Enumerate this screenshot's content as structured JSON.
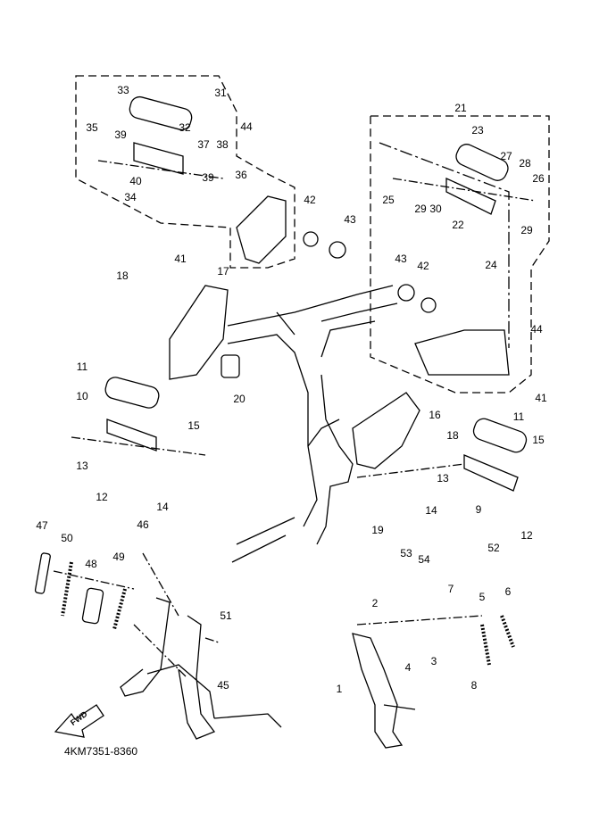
{
  "diagram": {
    "part_labels": [
      "33",
      "31",
      "35",
      "39",
      "32",
      "44",
      "37",
      "38",
      "40",
      "36",
      "39",
      "34",
      "42",
      "43",
      "41",
      "21",
      "23",
      "27",
      "28",
      "26",
      "25",
      "29",
      "30",
      "22",
      "29",
      "24",
      "43",
      "42",
      "44",
      "41",
      "18",
      "17",
      "20",
      "11",
      "10",
      "15",
      "13",
      "12",
      "14",
      "16",
      "18",
      "11",
      "15",
      "13",
      "9",
      "12",
      "14",
      "19",
      "53",
      "54",
      "52",
      "47",
      "50",
      "48",
      "49",
      "46",
      "51",
      "45",
      "2",
      "7",
      "5",
      "6",
      "4",
      "3",
      "1",
      "8"
    ],
    "fwd_label": "FWD",
    "drawing_code": "4KM7351-8360",
    "line_color": "#000000"
  }
}
